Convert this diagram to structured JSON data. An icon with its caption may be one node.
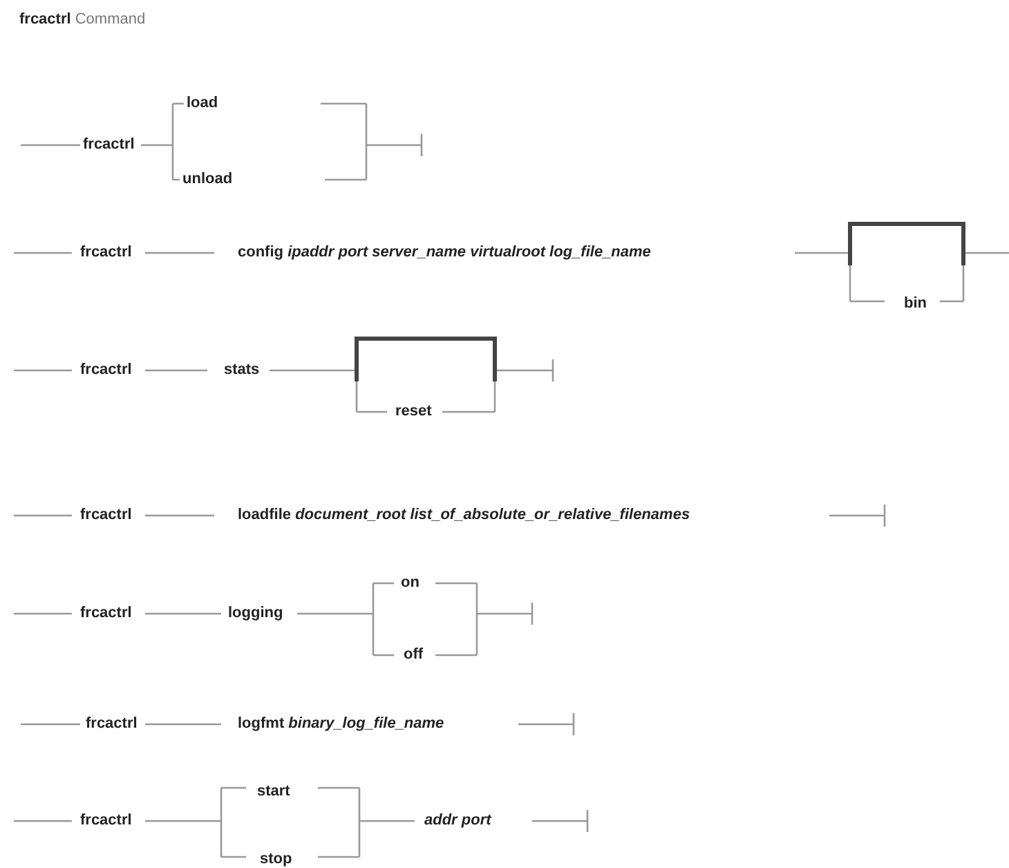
{
  "diagram": {
    "title": "**frcactrl** Command",
    "labels": [
      "frcactrl",
      "load",
      "unload",
      "frcactrl",
      "**config** *ipaddr port server_name virtualroot log_file_name*",
      "bin",
      "frcactrl",
      "stats",
      "reset",
      "frcactrl",
      "**loadfile** *document_root list_of_absolute_or_relative_filenames*",
      "frcactrl",
      "logging",
      "on",
      "off",
      "frcactrl",
      "**logfmt** *binary_log_file_name*",
      "frcactrl",
      "start",
      "stop",
      "*addr port*"
    ]
  }
}
